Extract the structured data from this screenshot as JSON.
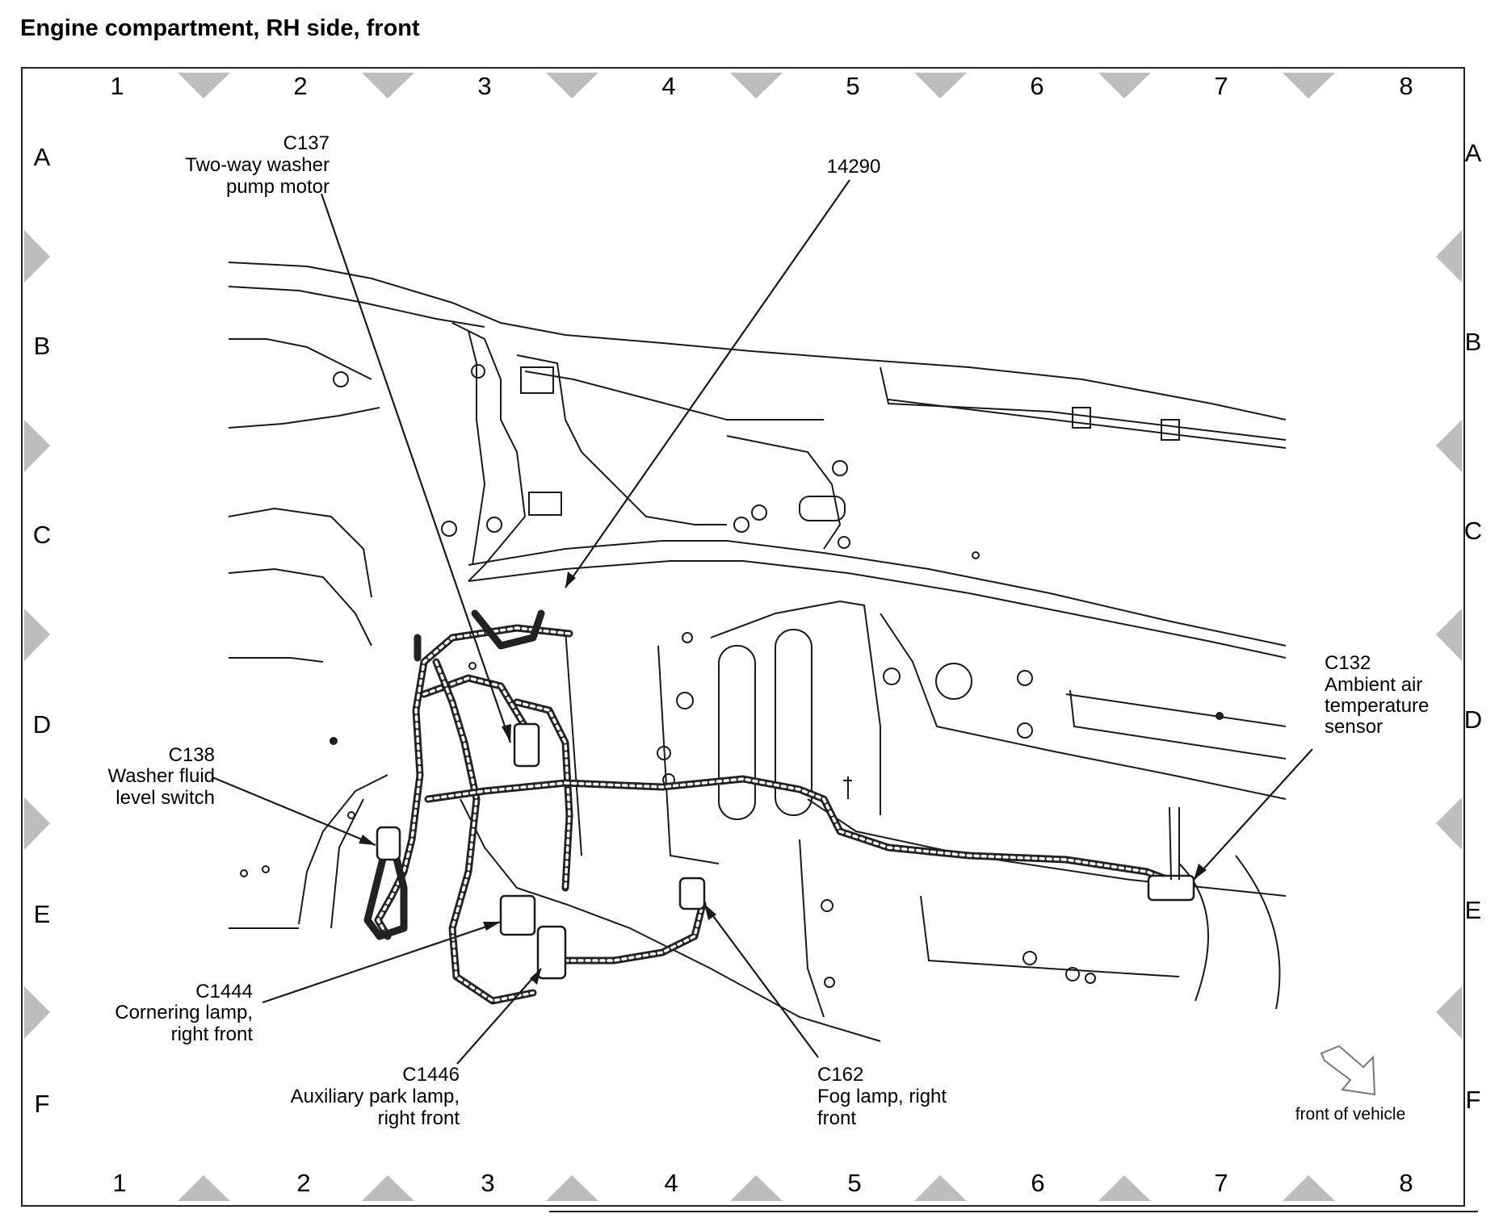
{
  "title": "Engine compartment, RH side, front",
  "grid": {
    "columns": [
      "1",
      "2",
      "3",
      "4",
      "5",
      "6",
      "7",
      "8"
    ],
    "rows": [
      "A",
      "B",
      "C",
      "D",
      "E",
      "F"
    ]
  },
  "callouts": {
    "c137": [
      "C137",
      "Two-way washer",
      "pump motor"
    ],
    "p14290": [
      "14290"
    ],
    "c138": [
      "C138",
      "Washer fluid",
      "level switch"
    ],
    "c132": [
      "C132",
      "Ambient air",
      "temperature",
      "sensor"
    ],
    "c1444": [
      "C1444",
      "Cornering lamp,",
      "right front"
    ],
    "c1446": [
      "C1446",
      "Auxiliary park lamp,",
      "right front"
    ],
    "c162": [
      "C162",
      "Fog lamp, right",
      "front"
    ]
  },
  "orientation": {
    "label": "front of vehicle",
    "icon": "front-arrow-icon"
  }
}
